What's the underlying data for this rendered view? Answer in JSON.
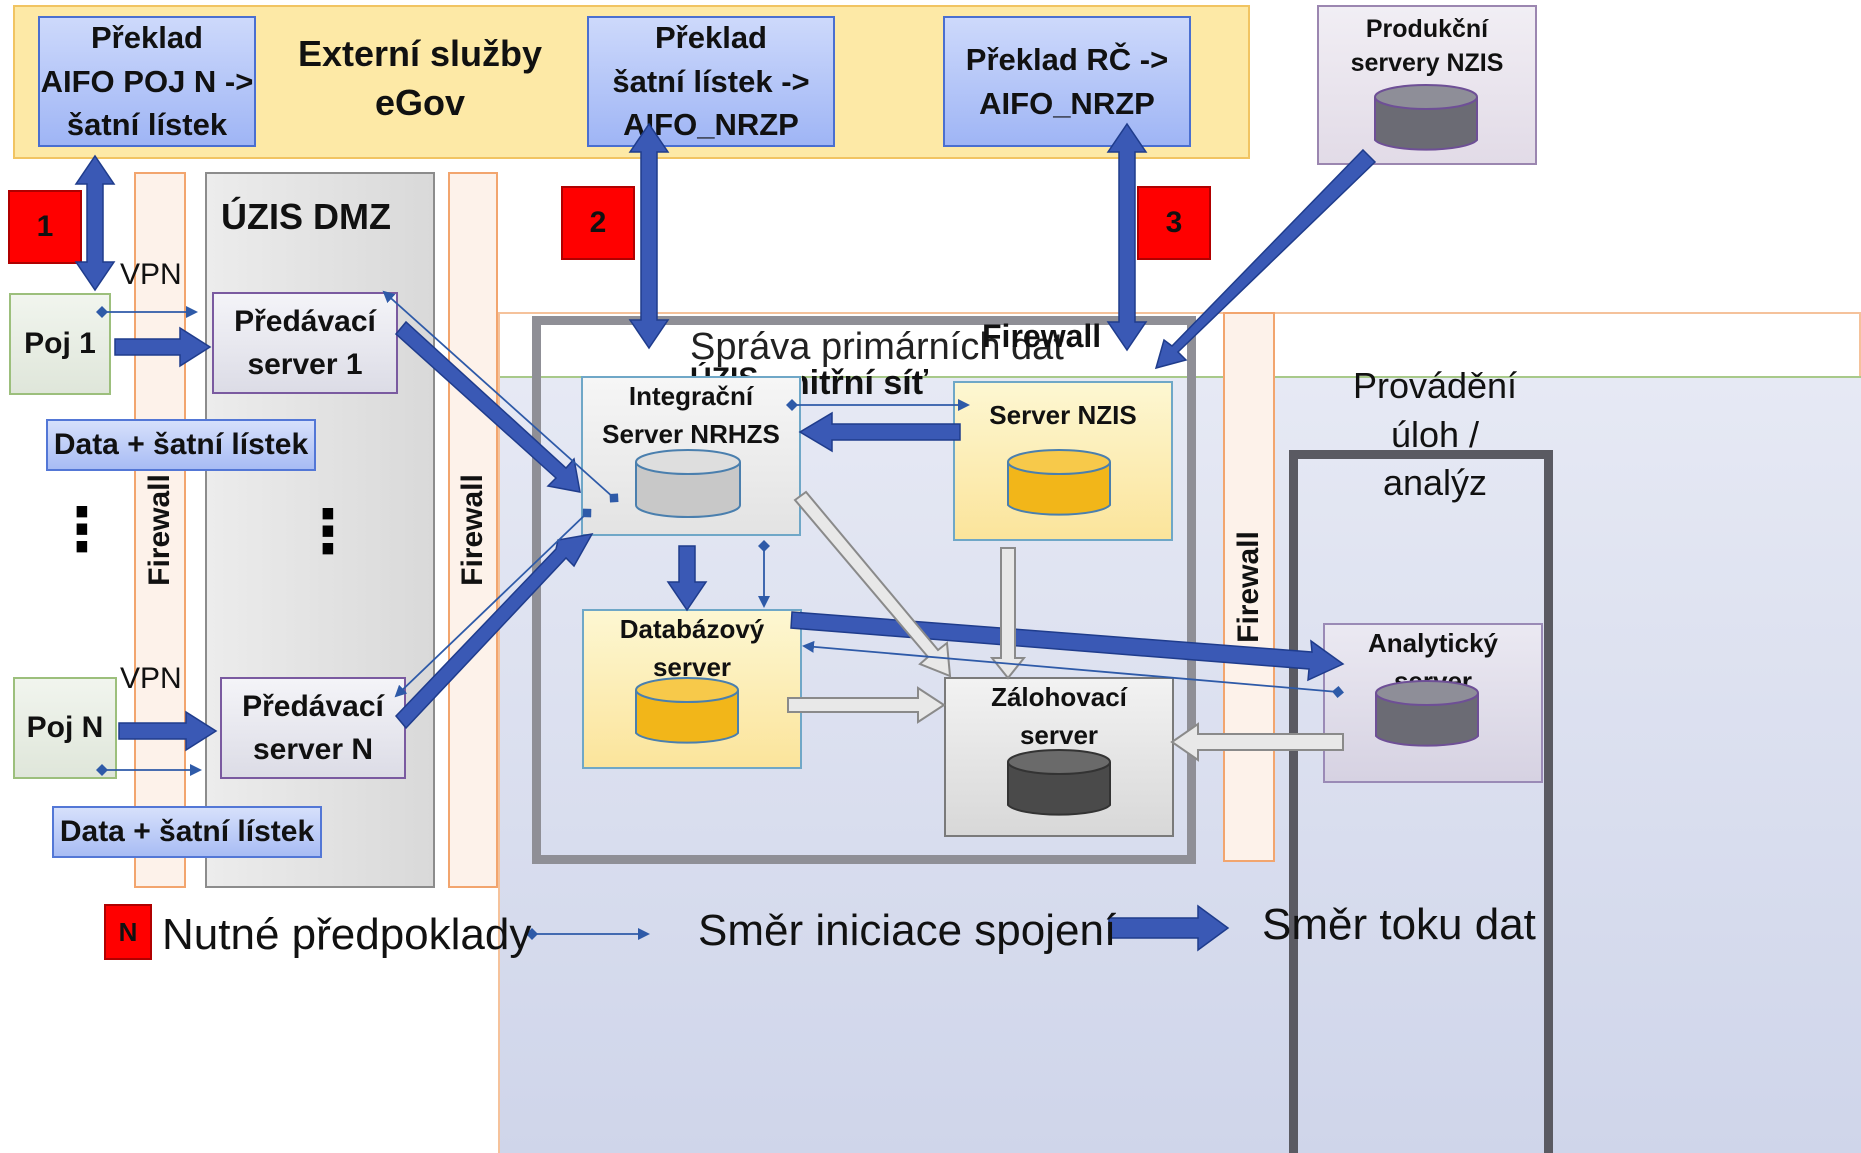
{
  "external": {
    "band_title_line1": "Externí služby",
    "band_title_line2": "eGov",
    "translate_pojn_line1": "Překlad",
    "translate_pojn_line2": "AIFO POJ N ->",
    "translate_pojn_line3": "šatní lístek",
    "translate_satni_line1": "Překlad",
    "translate_satni_line2": "šatní lístek ->",
    "translate_satni_line3": "AIFO_NRZP",
    "translate_rc_line1": "Překlad RČ ->",
    "translate_rc_line2": "AIFO_NRZP",
    "production_line1": "Produkční",
    "production_line2": "servery NZIS"
  },
  "prereq": {
    "n1": "1",
    "n2": "2",
    "n3": "3"
  },
  "dmz": {
    "title": "ÚZIS DMZ",
    "transfer1_line1": "Předávací",
    "transfer1_line2": "server 1",
    "transferN_line1": "Předávací",
    "transferN_line2": "server N",
    "dots": "⋮"
  },
  "insurers": {
    "poj1": "Poj 1",
    "pojN": "Poj N",
    "vpn1": "VPN",
    "vpnN": "VPN",
    "data1": "Data + šatní lístek",
    "dataN": "Data + šatní lístek",
    "dots": "⋮"
  },
  "firewall": {
    "label": "Firewall"
  },
  "internal": {
    "uzis_partial": "ÚZIS",
    "inner_net": "vnitřní síť",
    "primary_title": "Správa primárních dat",
    "primary_firewall": "Firewall",
    "integration_line1": "Integrační",
    "integration_line2": "Server NRHZS",
    "nzis_server": "Server NZIS",
    "db_line1": "Databázový",
    "db_line2": "server",
    "backup_line1": "Zálohovací",
    "backup_line2": "server"
  },
  "analysis": {
    "title_line1": "Provádění",
    "title_line2": "úloh /",
    "title_line3": "analýz",
    "analytic_line1": "Analytický",
    "analytic_line2": "server"
  },
  "legend": {
    "badge": "N",
    "prereq_text": "Nutné předpoklady",
    "connection_text": "Směr iniciace spojení",
    "dataflow_text": "Směr toku dat"
  },
  "colors": {
    "thick_arrow": "#3a59b5",
    "thin_arrow": "#2e5aa8",
    "hollow_arrow_fill": "#e8e8e8",
    "red_badge": "#ff0000",
    "db_grey": "#c8c8c8",
    "db_yellow": "#f2b619",
    "db_dark": "#4a4a4a",
    "db_prod": "#6b6b74"
  }
}
